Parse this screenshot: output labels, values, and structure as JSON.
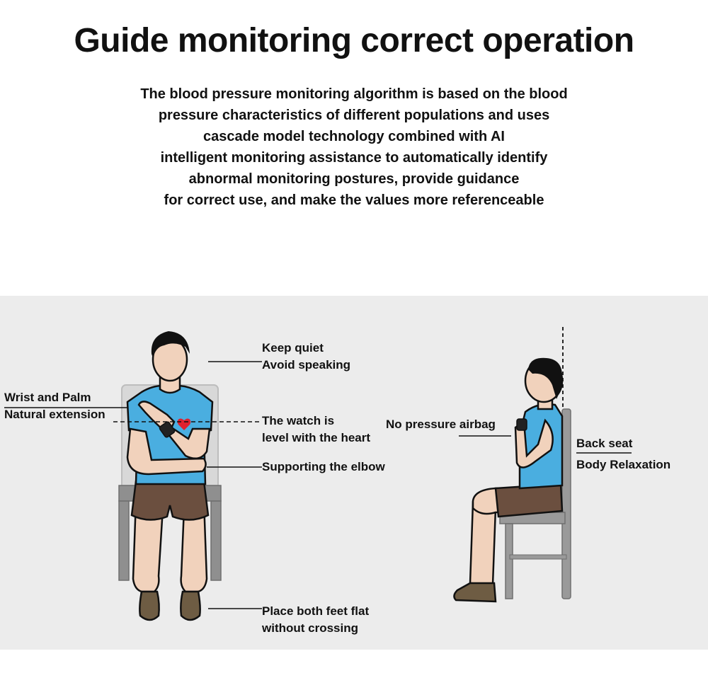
{
  "header": {
    "title": "Guide monitoring correct operation",
    "intro_lines": [
      "The blood pressure monitoring algorithm is based on the blood",
      "pressure characteristics of different populations and uses",
      "cascade model technology combined with AI",
      "intelligent monitoring assistance to automatically identify",
      "abnormal monitoring postures, provide guidance",
      "for correct use, and make the values more referenceable"
    ]
  },
  "front_view": {
    "keep_quiet": [
      "Keep quiet",
      "Avoid speaking"
    ],
    "wrist": [
      "Wrist and Palm",
      "Natural extension"
    ],
    "watch_level": [
      "The watch is",
      "level with the heart"
    ],
    "elbow": "Supporting the elbow",
    "feet": [
      "Place both feet flat",
      "without crossing"
    ]
  },
  "side_view": {
    "airbag": "No pressure airbag",
    "back": [
      "Back seat",
      "Body Relaxation"
    ]
  },
  "colors": {
    "shirt": "#4aaee0",
    "shorts": "#6b4f3f",
    "skin": "#f1d2bc",
    "chair": "#8f8f8f",
    "panel": "#ececec",
    "heart": "#e0202e"
  }
}
